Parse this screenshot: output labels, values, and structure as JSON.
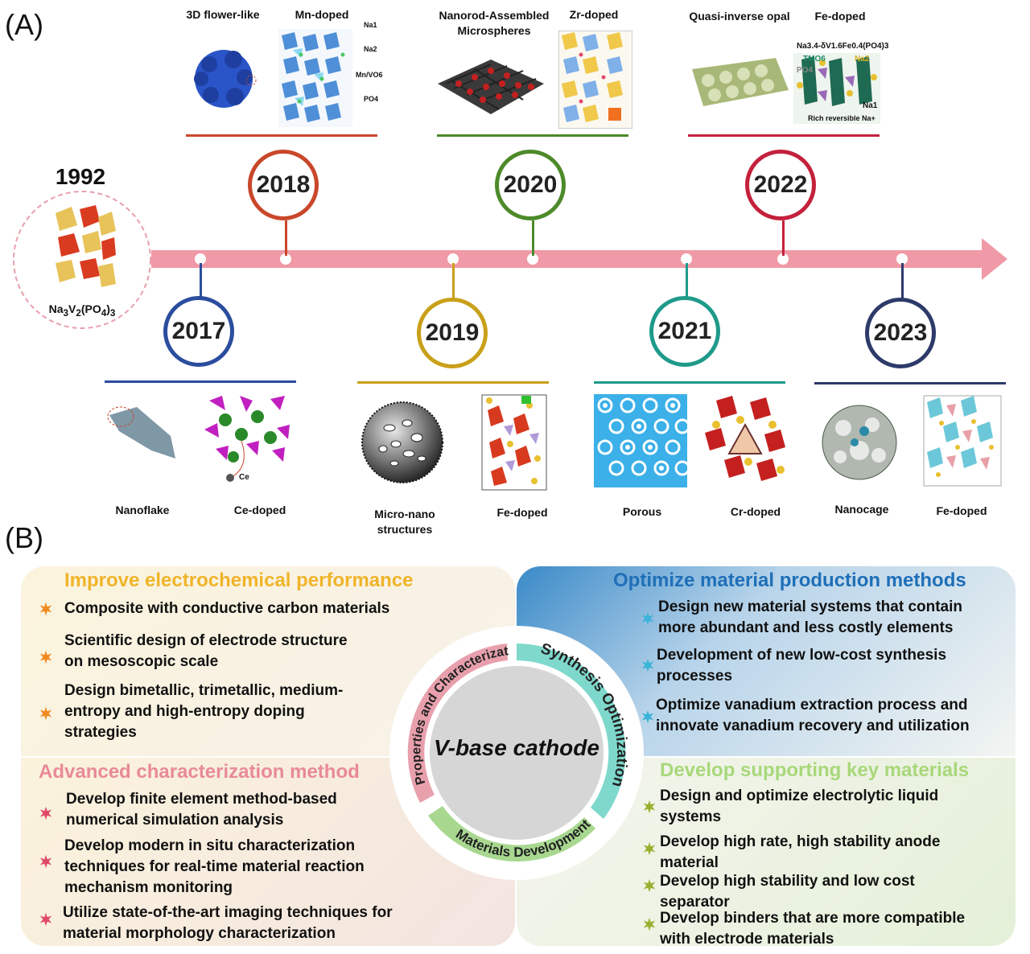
{
  "panel_a_label": "(A)",
  "panel_b_label": "(B)",
  "origin": {
    "year": "1992",
    "formula_parts": [
      "Na",
      "3",
      "V",
      "2",
      "(PO",
      "4",
      ")",
      "3"
    ]
  },
  "timeline": [
    {
      "year": "2017",
      "color": "#2b4d9e",
      "side": "below",
      "captions": [
        "Nanoflake",
        "Ce-doped"
      ],
      "label_ce": "Ce"
    },
    {
      "year": "2018",
      "color": "#c9472a",
      "side": "above",
      "captions": [
        "3D flower-like",
        "Mn-doped"
      ],
      "labels": [
        "Na1",
        "Na2",
        "Mn/VO6",
        "PO4"
      ]
    },
    {
      "year": "2019",
      "color": "#c9a01a",
      "side": "below",
      "captions": [
        "Micro-nano structures",
        "Fe-doped"
      ]
    },
    {
      "year": "2020",
      "color": "#4d8a2a",
      "side": "above",
      "captions": [
        "Nanorod-Assembled Microspheres",
        "Zr-doped"
      ]
    },
    {
      "year": "2021",
      "color": "#1e9a8a",
      "side": "below",
      "captions": [
        "Porous",
        "Cr-doped"
      ]
    },
    {
      "year": "2022",
      "color": "#c4213c",
      "side": "above",
      "captions": [
        "Quasi-inverse opal",
        "Fe-doped"
      ],
      "structure_labels": {
        "formula": "Na3.4-δV1.6Fe0.4(PO4)3",
        "tmo": "TMO6",
        "po": "PO4",
        "na2": "Na2",
        "na1": "Na1",
        "rich": "Rich reversible Na+"
      }
    },
    {
      "year": "2023",
      "color": "#2d3a6a",
      "side": "below",
      "captions": [
        "Nanocage",
        "Fe-doped"
      ]
    }
  ],
  "center": {
    "title": "V-base cathode",
    "ring": [
      {
        "label": "Properties and Characterization",
        "color": "#e8a0ac"
      },
      {
        "label": "Synthesis Optimization",
        "color": "#7fd8cc"
      },
      {
        "label": "Materials Development",
        "color": "#a8d890"
      }
    ]
  },
  "quadrants": [
    {
      "title": "Improve electrochemical performance",
      "title_color": "#f0b429",
      "star_color": "#f08a20",
      "bullets": [
        [
          "Composite with conductive carbon materials"
        ],
        [
          "Scientific design of electrode structure",
          "on mesoscopic scale"
        ],
        [
          "Design bimetallic, trimetallic, medium-",
          "entropy and high-entropy doping",
          "strategies"
        ]
      ]
    },
    {
      "title": "Optimize material production methods",
      "title_color": "#1f6fb8",
      "star_color": "#3ab4d8",
      "bullets": [
        [
          "Design new material systems that contain",
          "more abundant and less costly elements"
        ],
        [
          "Development of new low-cost synthesis",
          "processes"
        ],
        [
          "Optimize vanadium extraction process and",
          "innovate vanadium recovery and utilization"
        ]
      ]
    },
    {
      "title": "Advanced characterization method",
      "title_color": "#e88a98",
      "star_color": "#e04a6a",
      "bullets": [
        [
          "Develop finite element method-based",
          "numerical simulation analysis"
        ],
        [
          "Develop modern in situ characterization",
          "techniques for real-time material reaction",
          "mechanism monitoring"
        ],
        [
          "Utilize state-of-the-art imaging techniques for",
          "material morphology characterization"
        ]
      ]
    },
    {
      "title": "Develop supporting key materials",
      "title_color": "#a8d87a",
      "star_color": "#98b030",
      "bullets": [
        [
          "Design and optimize electrolytic liquid",
          "systems"
        ],
        [
          "Develop high rate, high stability anode",
          "material"
        ],
        [
          "Develop high stability and low cost",
          "separator"
        ],
        [
          "Develop binders that are more compatible",
          "with electrode materials"
        ]
      ]
    }
  ]
}
